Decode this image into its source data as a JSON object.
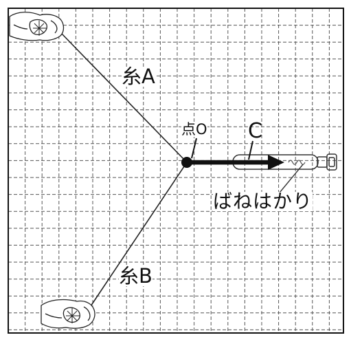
{
  "labels": {
    "thread_a": "糸A",
    "thread_b": "糸B",
    "point_o": "点O",
    "force_c": "C",
    "spring_scale": "ばねはかり"
  },
  "colors": {
    "grid": "#555555",
    "line": "#111111",
    "frame": "#111111",
    "background": "#ffffff"
  },
  "icons": [
    "hand-icon",
    "spring-scale-icon"
  ]
}
